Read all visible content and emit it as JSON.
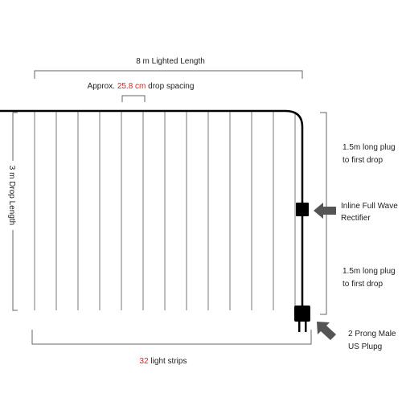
{
  "labels": {
    "lighted_length": "8 m Lighted Length",
    "spacing_prefix": "Approx. ",
    "spacing_value": "25.8 cm",
    "spacing_suffix": " drop spacing",
    "drop_length": "3 m Drop Length",
    "strips_count": "32",
    "strips_suffix": " light strips",
    "plug_lead_top": [
      "1.5m long plug",
      "to first drop"
    ],
    "rectifier": [
      "Inline Full Wave",
      "Rectifier"
    ],
    "plug_lead_bottom": [
      "1.5m long plug",
      "to first drop"
    ],
    "plug": [
      "2 Prong Male",
      "US Plupg"
    ]
  },
  "colors": {
    "accent_red": "#d8231f",
    "cable": "#000000",
    "drop_line": "#777777",
    "arrow": "#555555"
  },
  "drops_visible": 13
}
